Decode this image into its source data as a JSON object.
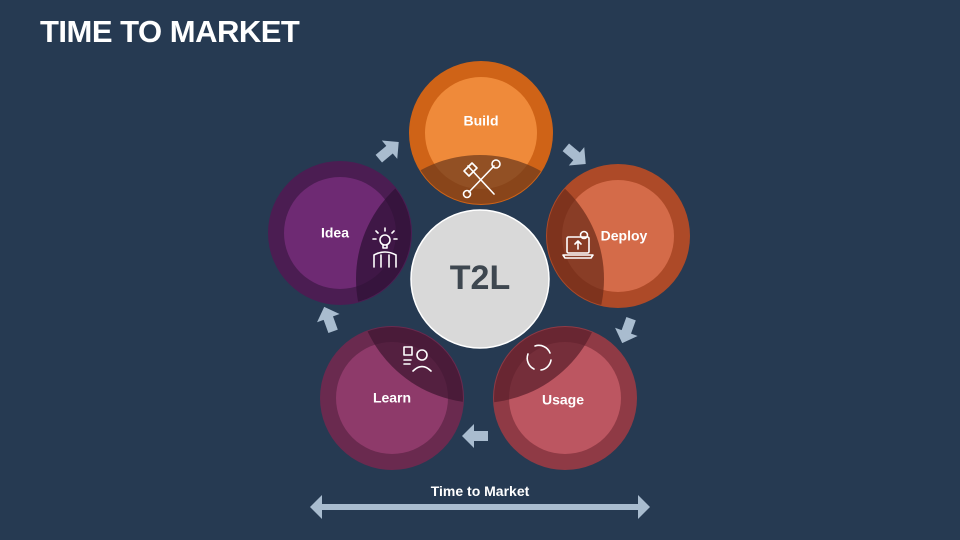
{
  "title": "TIME TO MARKET",
  "center_label": "T2L",
  "steps": [
    {
      "label": "Build",
      "icon": "hammer-wrench-icon",
      "color": "#e0711f"
    },
    {
      "label": "Deploy",
      "icon": "laptop-upload-icon",
      "color": "#c95b38"
    },
    {
      "label": "Usage",
      "icon": "cycle-icon",
      "color": "#b24b55"
    },
    {
      "label": "Learn",
      "icon": "learner-icon",
      "color": "#7b2f5a"
    },
    {
      "label": "Idea",
      "icon": "lightbulb-person-icon",
      "color": "#5e2266"
    }
  ],
  "timeline_label": "Time to Market",
  "colors": {
    "background": "#263a52",
    "center_fill": "#d9d9d9",
    "arrow": "#a9bccf"
  }
}
